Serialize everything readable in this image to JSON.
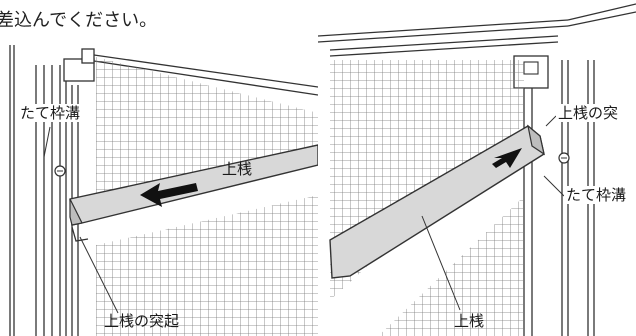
{
  "heading": "差込んでください。",
  "left_figure": {
    "label_frame_groove": "たて枠溝",
    "label_top_rail_on_bar": "上桟",
    "label_top_rail_protrusion": "上桟の突起"
  },
  "right_figure": {
    "label_top_rail_protrusion": "上桟の突",
    "label_frame_groove": "たて枠溝",
    "label_top_rail": "上桟"
  },
  "colors": {
    "line": "#333333",
    "bar_face": "#d8d8d8",
    "arrow": "#111111",
    "mesh": "#777777"
  }
}
